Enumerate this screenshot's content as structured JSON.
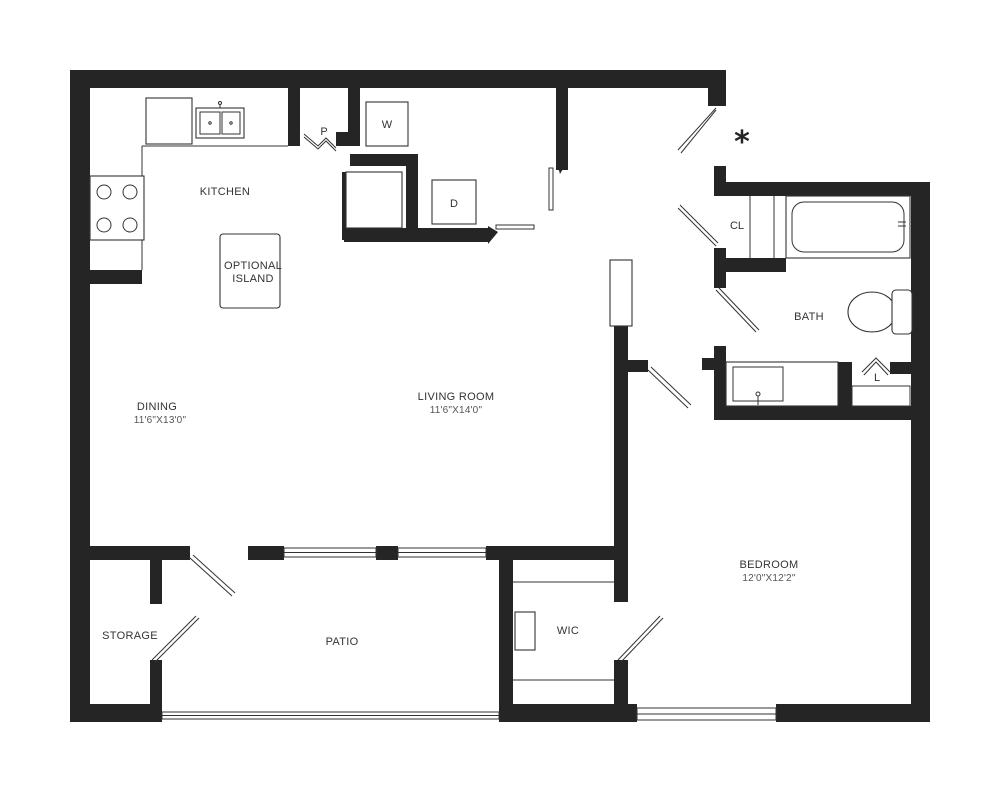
{
  "colors": {
    "wall": "#252525",
    "line": "#333333",
    "background": "#ffffff"
  },
  "rooms": {
    "kitchen": "KITCHEN",
    "island_line1": "OPTIONAL",
    "island_line2": "ISLAND",
    "dining": "DINING",
    "dining_dim": "11'6\"X13'0\"",
    "living": "LIVING ROOM",
    "living_dim": "11'6\"X14'0\"",
    "bedroom": "BEDROOM",
    "bedroom_dim": "12'0\"X12'2\"",
    "bath": "BATH",
    "closet": "CL",
    "linen": "L",
    "wic": "WIC",
    "storage": "STORAGE",
    "patio": "PATIO",
    "pantry": "P",
    "washer": "W",
    "dryer": "D"
  },
  "entry_marker": "*"
}
